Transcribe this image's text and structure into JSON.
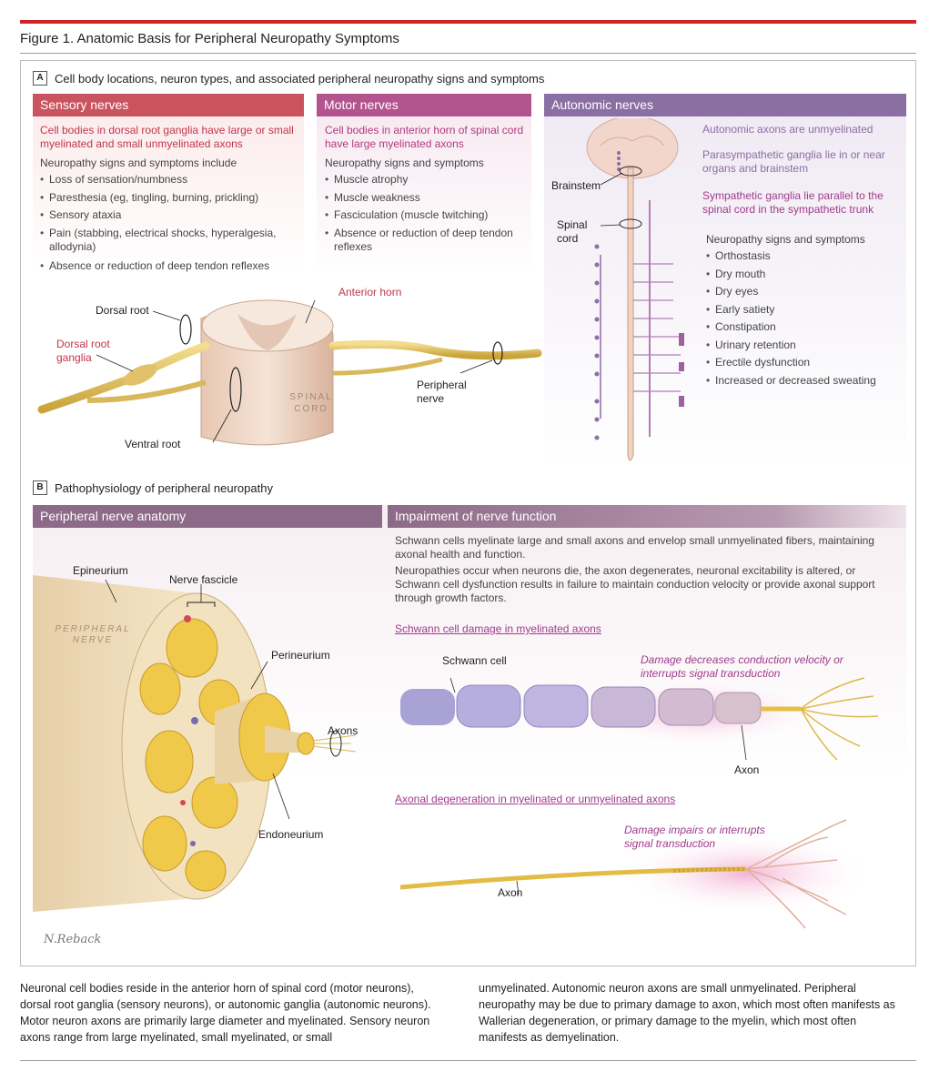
{
  "figure_title": "Figure 1. Anatomic Basis for Peripheral Neuropathy Symptoms",
  "section_a": {
    "badge": "A",
    "title": "Cell body locations, neuron types, and associated peripheral neuropathy signs and symptoms",
    "sensory": {
      "header": "Sensory nerves",
      "emphasis": "Cell bodies in dorsal root ganglia have large or small myelinated and small unmyelinated axons",
      "intro": "Neuropathy signs and symptoms include",
      "items": [
        "Loss of sensation/numbness",
        "Paresthesia (eg, tingling, burning, prickling)",
        "Sensory ataxia",
        "Pain (stabbing, electrical shocks, hyperalgesia, allodynia)",
        "Absence or reduction of deep tendon reflexes"
      ]
    },
    "motor": {
      "header": "Motor nerves",
      "emphasis": "Cell bodies in anterior horn of spinal cord have large myelinated axons",
      "intro": "Neuropathy signs and symptoms",
      "items": [
        "Muscle atrophy",
        "Muscle weakness",
        "Fasciculation (muscle twitching)",
        "Absence or reduction of deep tendon reflexes"
      ]
    },
    "autonomic": {
      "header": "Autonomic nerves",
      "note1": "Autonomic axons are unmyelinated",
      "note2": "Parasympathetic ganglia lie in or near organs and brainstem",
      "note3": "Sympathetic ganglia lie parallel to the spinal cord in the sympathetic trunk",
      "intro": "Neuropathy signs and symptoms",
      "items": [
        "Orthostasis",
        "Dry mouth",
        "Dry eyes",
        "Early satiety",
        "Constipation",
        "Urinary retention",
        "Erectile dysfunction",
        "Increased or decreased sweating"
      ],
      "labels": {
        "brainstem": "Brainstem",
        "spinal_cord": "Spinal cord"
      }
    },
    "cord_labels": {
      "dorsal_root": "Dorsal root",
      "dorsal_root_ganglia": "Dorsal root ganglia",
      "anterior_horn": "Anterior horn",
      "peripheral_nerve": "Peripheral nerve",
      "ventral_root": "Ventral root",
      "spinal_cord_text": "SPINAL CORD"
    }
  },
  "section_b": {
    "badge": "B",
    "title": "Pathophysiology of peripheral neuropathy",
    "anatomy": {
      "header": "Peripheral nerve anatomy",
      "labels": {
        "epineurium": "Epineurium",
        "nerve_fascicle": "Nerve fascicle",
        "perineurium": "Perineurium",
        "axons": "Axons",
        "endoneurium": "Endoneurium",
        "peripheral_nerve_text": "PERIPHERAL NERVE",
        "signature": "N.Reback"
      }
    },
    "impairment": {
      "header": "Impairment of nerve function",
      "para1": "Schwann cells myelinate large and small axons and envelop small unmyelinated fibers, maintaining axonal health and function.",
      "para2": "Neuropathies occur when neurons die, the axon degenerates, neuronal excitability is altered, or Schwann cell dysfunction results in failure to maintain conduction velocity or provide axonal support through growth factors.",
      "sub1": "Schwann cell damage in myelinated axons",
      "schwann_cell": "Schwann cell",
      "damage1": "Damage decreases conduction velocity or interrupts signal transduction",
      "axon1": "Axon",
      "sub2": "Axonal degeneration in myelinated or unmyelinated axons",
      "damage2": "Damage impairs or interrupts signal transduction",
      "axon2": "Axon"
    }
  },
  "caption_left": "Neuronal cell bodies reside in the anterior horn of spinal cord (motor neurons), dorsal root ganglia (sensory neurons), or autonomic ganglia (autonomic neurons). Motor neuron axons are primarily large diameter and myelinated. Sensory neuron axons range from large myelinated, small myelinated, or small",
  "caption_right": "unmyelinated. Autonomic neuron axons are small unmyelinated. Peripheral neuropathy may be due to primary damage to axon, which most often manifests as Wallerian degeneration, or primary damage to the myelin, which most often manifests as demyelination.",
  "colors": {
    "sensory": "#c9545f",
    "motor": "#b4548f",
    "autonomic": "#8a6fa3",
    "section_b": "#8d6a87",
    "accent_red": "#c0364a",
    "accent_purple": "#a03a8c"
  }
}
